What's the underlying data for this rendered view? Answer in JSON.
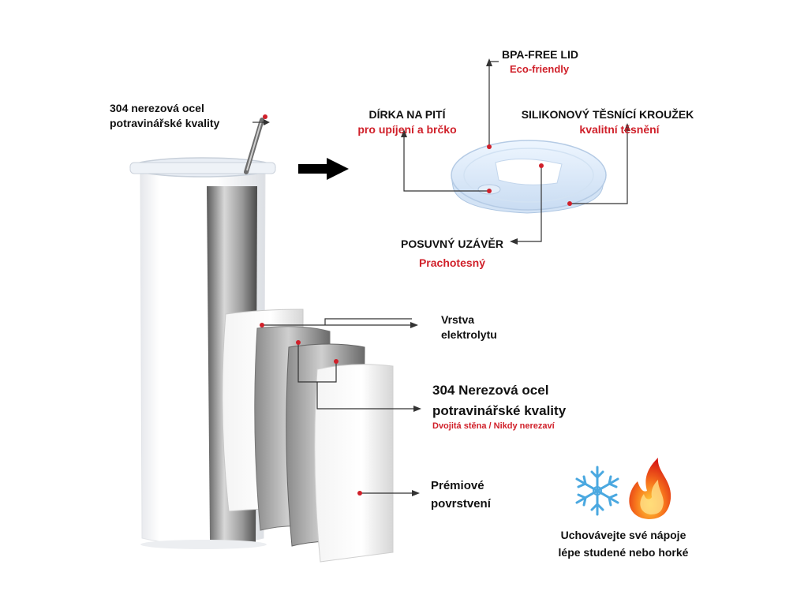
{
  "colors": {
    "accent": "#d0202a",
    "text": "#111111",
    "line": "#333333",
    "snowflake": "#4aa8e0",
    "flame": "#e8341c"
  },
  "icons": {
    "cold": "snowflake-icon",
    "hot": "flame-icon",
    "arrow": "arrow-right-icon"
  },
  "straw_label": {
    "line1": "304 nerezová ocel",
    "line2": "potravinářské kvality"
  },
  "lid": {
    "title": "BPA-FREE LID",
    "subtitle": "Eco-friendly"
  },
  "drink_hole": {
    "title": "DÍRKA NA PITÍ",
    "subtitle": "pro upíjení a brčko"
  },
  "seal_ring": {
    "title": "SILIKONOVÝ TĚSNÍCÍ KROUŽEK",
    "subtitle": "kvalitní těsnění"
  },
  "slider": {
    "title": "POSUVNÝ UZÁVĚR",
    "subtitle": "Prachotesný"
  },
  "layers": {
    "electrolyte": {
      "line1": "Vrstva",
      "line2": "elektrolytu"
    },
    "steel": {
      "line1": "304 Nerezová ocel",
      "line2": "potravinářské kvality",
      "subtitle": "Dvojitá stěna / Nikdy nerezaví"
    },
    "coating": {
      "line1": "Prémiové",
      "line2": "povrstvení"
    }
  },
  "temperature": {
    "line1": "Uchovávejte své nápoje",
    "line2": "lépe studené nebo horké"
  }
}
